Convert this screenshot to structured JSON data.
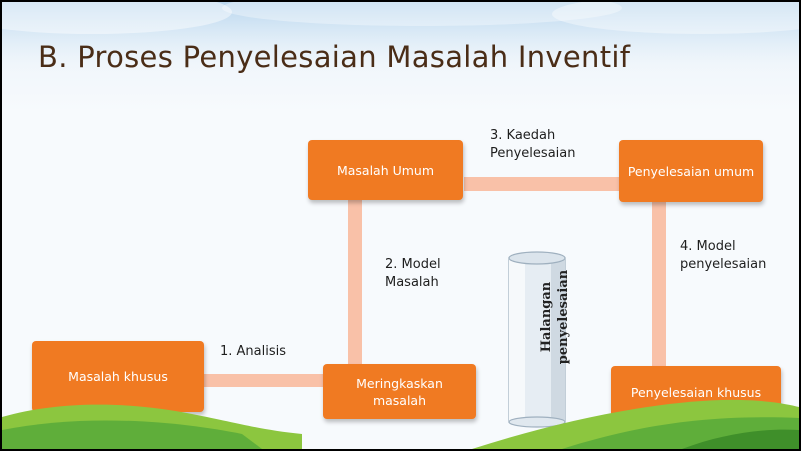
{
  "title": "B. Proses Penyelesaian Masalah Inventif",
  "nodes": {
    "masalah_khusus": "Masalah khusus",
    "meringkaskan_masalah": "Meringkaskan masalah",
    "masalah_umum": "Masalah Umum",
    "penyelesaian_umum": "Penyelesaian umum",
    "penyelesaian_khusus": "Penyelesaian khusus"
  },
  "edge_labels": {
    "step1": "1. Analisis",
    "step2_line1": "2. Model",
    "step2_line2": "Masalah",
    "step3_line1": "3. Kaedah",
    "step3_line2": "Penyelesaian",
    "step4_line1": "4. Model",
    "step4_line2": "penyelesaian"
  },
  "barrier": {
    "line1": "Halangan",
    "line2": "penyelesaian"
  },
  "colors": {
    "box_fill": "#f07a22",
    "connector": "#f9c1a8",
    "title_text": "#4a2d17",
    "grass": "#5fae3a"
  }
}
